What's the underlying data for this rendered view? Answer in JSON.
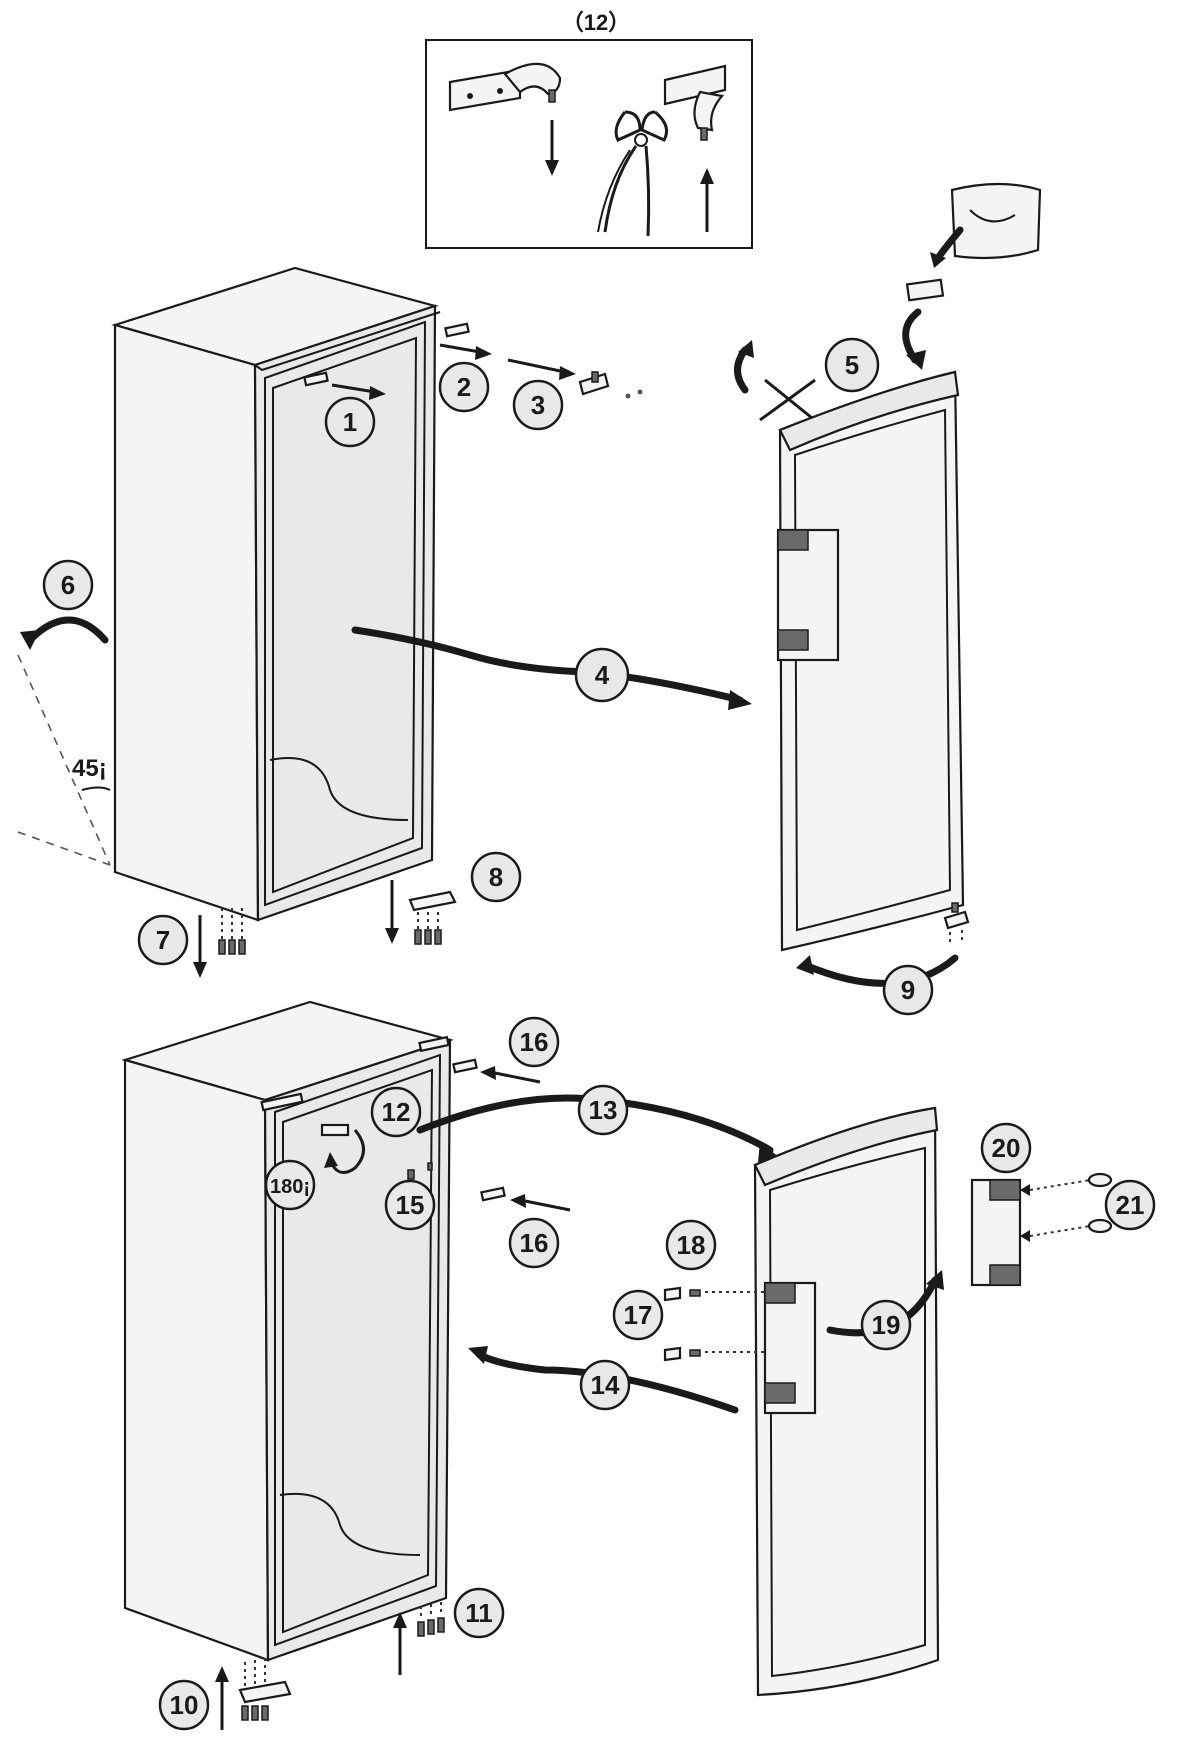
{
  "inset": {
    "title": "（12）"
  },
  "steps": {
    "s1": "1",
    "s2": "2",
    "s3": "3",
    "s4": "4",
    "s5": "5",
    "s6": "6",
    "s7": "7",
    "s8": "8",
    "s9": "9",
    "s10": "10",
    "s11": "11",
    "s12": "12",
    "s13": "13",
    "s14": "14",
    "s15": "15",
    "s16a": "16",
    "s16b": "16",
    "s17": "17",
    "s18": "18",
    "s19": "19",
    "s20": "20",
    "s21": "21"
  },
  "angles": {
    "tilt": "45¡",
    "rotate": "180¡"
  },
  "colors": {
    "line": "#1a1a1a",
    "panel": "#f4f4f4",
    "badge": "#e8e8e8"
  }
}
